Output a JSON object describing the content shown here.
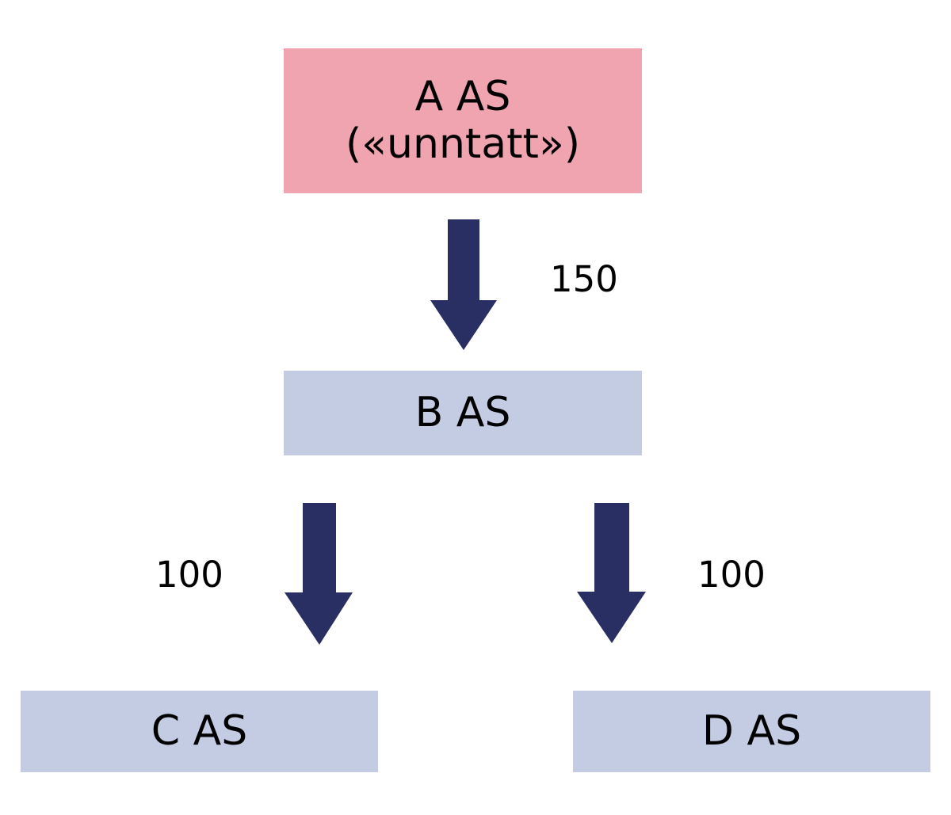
{
  "diagram": {
    "type": "flowchart",
    "title": "",
    "colors": {
      "exempt_node_fill": "#F0A4B0",
      "node_fill": "#C4CCE4",
      "arrow_fill": "#2A2F63",
      "background": "#FFFFFF",
      "text": "#000000"
    },
    "nodes": [
      {
        "id": "a",
        "label": "A AS\n(«unntatt»)",
        "line1": "A AS",
        "line2": "(«unntatt»)",
        "fill": "#F0A4B0",
        "role": "exempt-parent"
      },
      {
        "id": "b",
        "label": "B AS",
        "fill": "#C4CCE4",
        "role": "intermediate"
      },
      {
        "id": "c",
        "label": "C AS",
        "fill": "#C4CCE4",
        "role": "subsidiary"
      },
      {
        "id": "d",
        "label": "D AS",
        "fill": "#C4CCE4",
        "role": "subsidiary"
      }
    ],
    "edges": [
      {
        "id": "ab",
        "from": "a",
        "to": "b",
        "label": "150",
        "direction": "down"
      },
      {
        "id": "bc",
        "from": "b",
        "to": "c",
        "label": "100",
        "direction": "down"
      },
      {
        "id": "bd",
        "from": "b",
        "to": "d",
        "label": "100",
        "direction": "down"
      }
    ],
    "icons": {
      "arrow_down": "arrow-down-icon"
    }
  }
}
